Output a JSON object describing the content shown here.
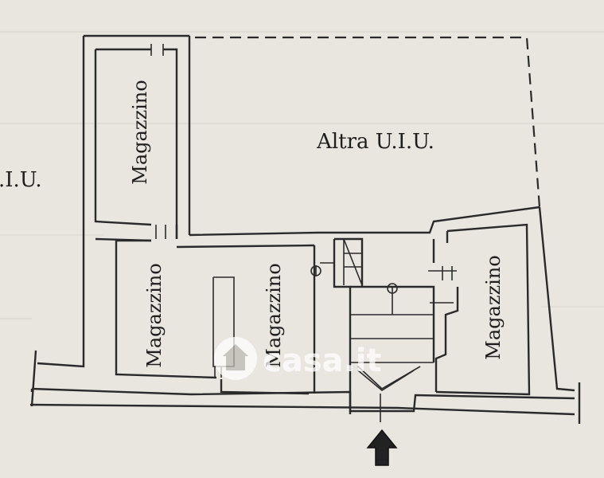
{
  "labels": {
    "other_unit_main": "Altra U.I.U.",
    "other_unit_left": ".I.U.",
    "room_top_left": "Magazzino",
    "room_bottom_left": "Magazzino",
    "room_bottom_middle": "Magazzino",
    "room_right": "Magazzino"
  },
  "watermark": {
    "text": "casa.it",
    "icon": "house-icon"
  },
  "entrance_icon": "arrow-up-icon",
  "colors": {
    "paper": "#e9e6e0",
    "ink": "#2a2a2a",
    "watermark": "#ffffff"
  }
}
